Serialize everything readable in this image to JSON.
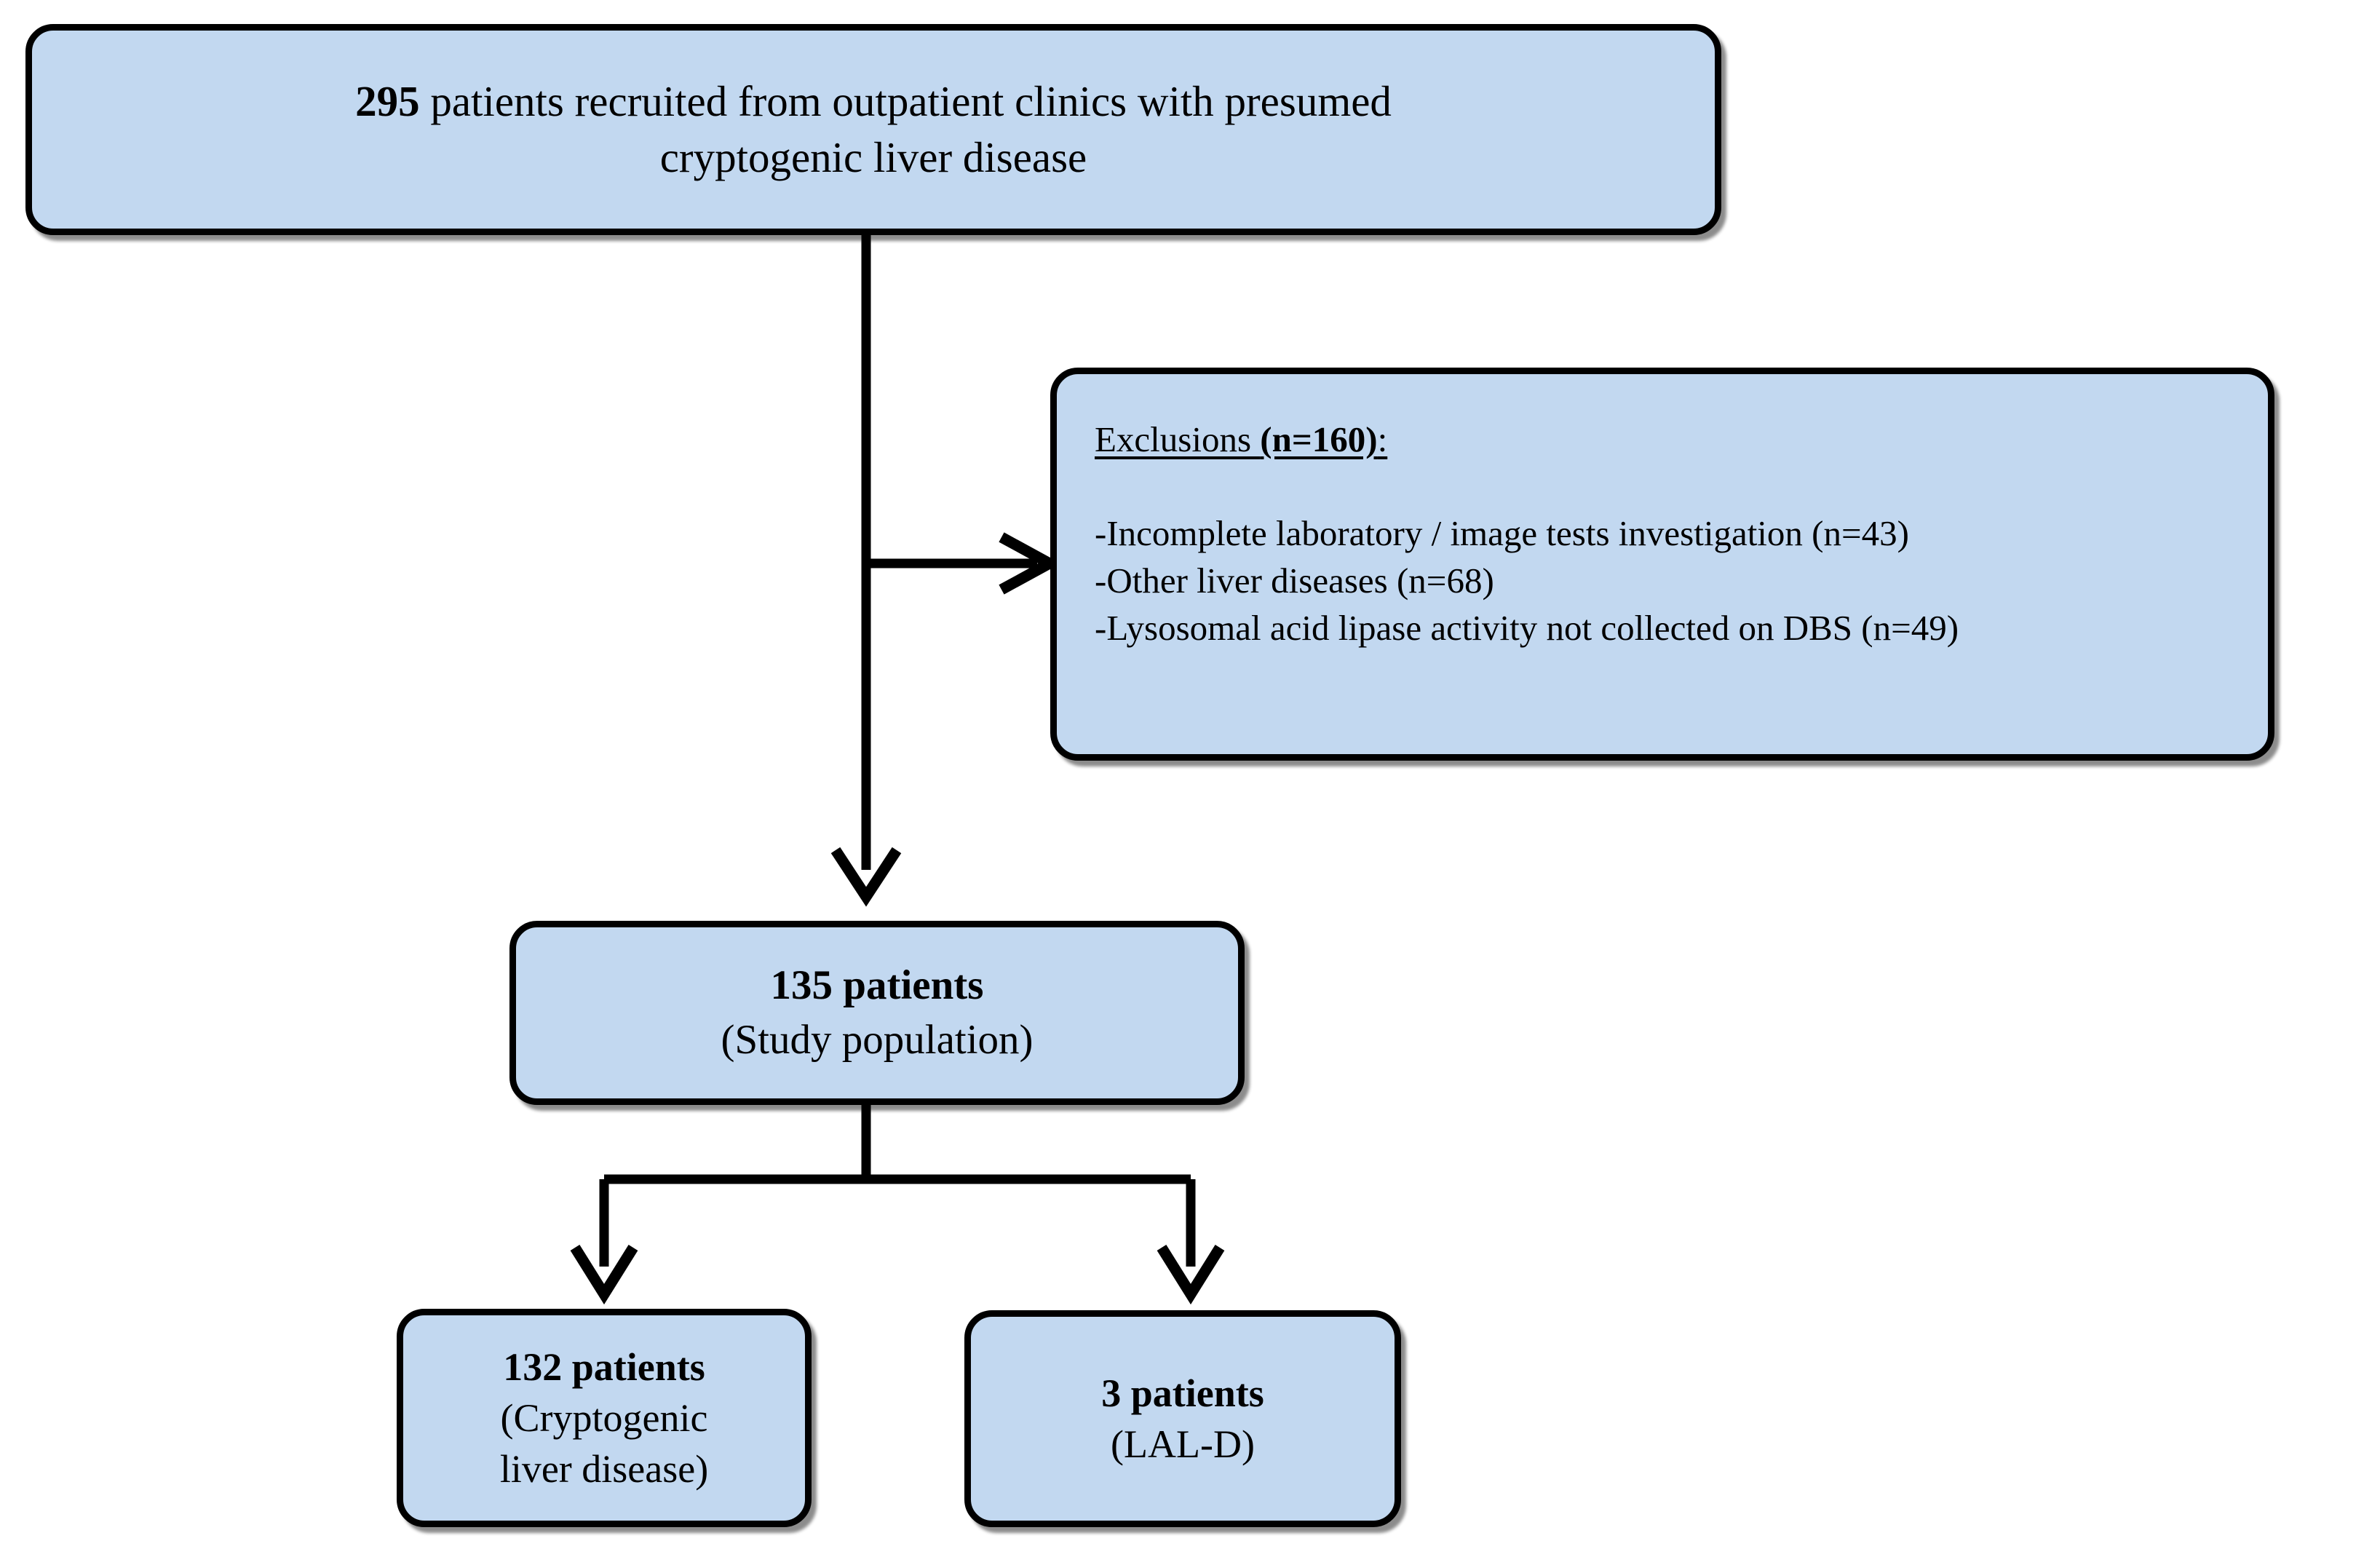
{
  "figure": {
    "type": "flowchart",
    "title": "Patient recruitment and study population flow diagram",
    "fill_color": "#c2d8f0",
    "border_color": "#000000",
    "background_color": "#ffffff"
  },
  "nodes": {
    "recruited": {
      "line1_bold": "295",
      "line1_rest": " patients recruited from outpatient clinics with presumed",
      "line2": "cryptogenic liver disease"
    },
    "exclusions": {
      "header_regular": "Exclusions ",
      "header_bold": "(n=160)",
      "header_suffix": ":",
      "items": [
        "-Incomplete laboratory / image tests investigation (n=43)",
        "-Other liver diseases (n=68)",
        "-Lysosomal acid lipase activity not collected on DBS (n=49)"
      ]
    },
    "study_population": {
      "line1_bold": "135 patients",
      "line2": "(Study population)"
    },
    "cryptogenic": {
      "line1_bold": "132 patients",
      "line2": "(Cryptogenic",
      "line3": "liver disease)"
    },
    "lald": {
      "line1_bold": "3 patients",
      "line2": "(LAL-D)"
    }
  },
  "chart_data": {
    "type": "flowchart",
    "title": "Patient recruitment and study population flow diagram",
    "counts": {
      "recruited": 295,
      "exclusions_total": 160,
      "exclusion_incomplete_tests": 43,
      "exclusion_other_liver_diseases": 68,
      "exclusion_lal_not_collected_dbs": 49,
      "study_population": 135,
      "cryptogenic_liver_disease": 132,
      "lal_d": 3
    },
    "edges": [
      {
        "from": "recruited",
        "to": "exclusions",
        "label": ""
      },
      {
        "from": "recruited",
        "to": "study_population",
        "label": ""
      },
      {
        "from": "study_population",
        "to": "cryptogenic",
        "label": ""
      },
      {
        "from": "study_population",
        "to": "lald",
        "label": ""
      }
    ]
  }
}
